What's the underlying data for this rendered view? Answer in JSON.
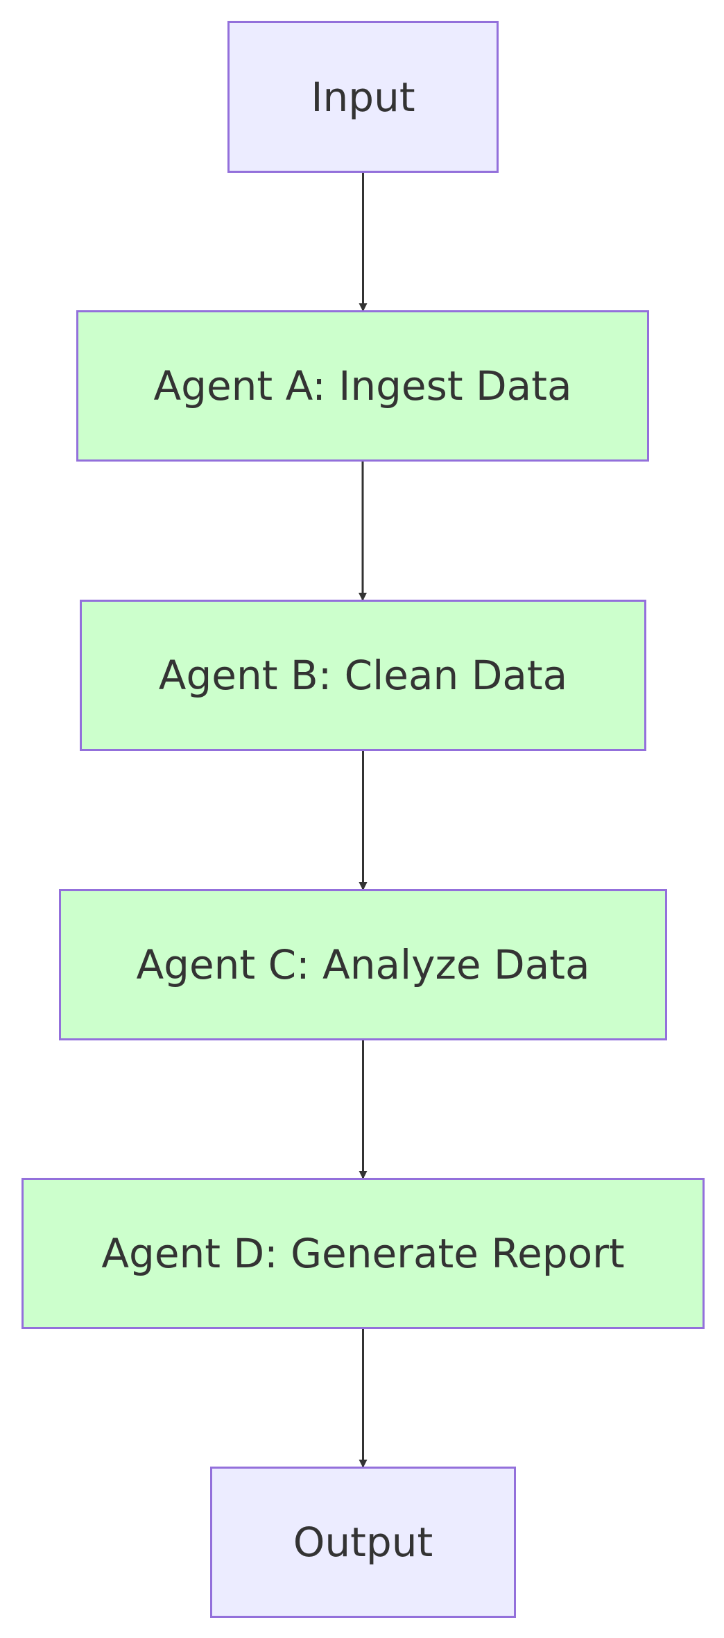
{
  "diagram": {
    "type": "flowchart",
    "direction": "top-to-bottom",
    "colors": {
      "io_fill": "#ececff",
      "agent_fill": "#ccffcc",
      "node_border": "#9370db",
      "text": "#333333",
      "edge": "#333333"
    },
    "nodes": {
      "input": "Input",
      "agent_a": "Agent A: Ingest Data",
      "agent_b": "Agent B: Clean Data",
      "agent_c": "Agent C: Analyze Data",
      "agent_d": "Agent D: Generate Report",
      "output": "Output"
    },
    "edges": [
      [
        "input",
        "agent_a"
      ],
      [
        "agent_a",
        "agent_b"
      ],
      [
        "agent_b",
        "agent_c"
      ],
      [
        "agent_c",
        "agent_d"
      ],
      [
        "agent_d",
        "output"
      ]
    ]
  }
}
